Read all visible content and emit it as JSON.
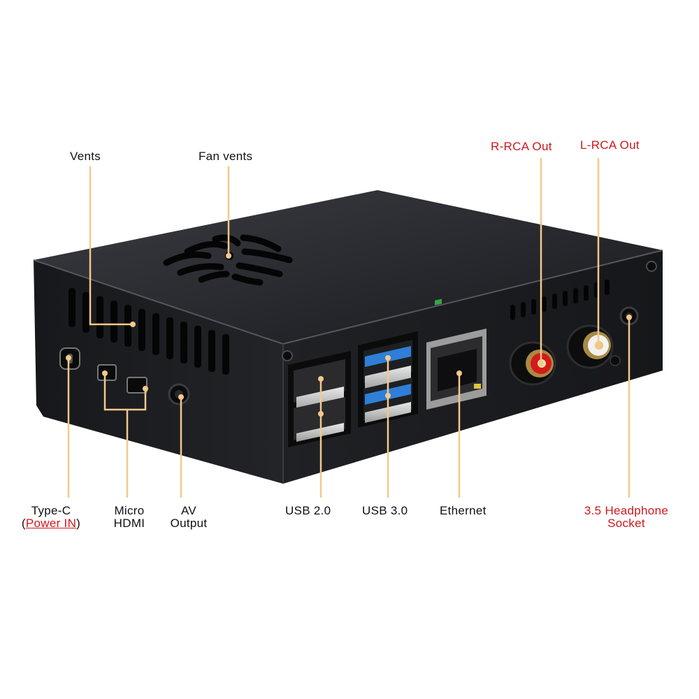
{
  "colors": {
    "leader_line": "#f3c98b",
    "highlight_text": "#d0161b",
    "normal_text": "#111111",
    "case_body": "#1c1d21",
    "usb3_port": "#2f7fd8",
    "rca_right": "#d41a1a",
    "rca_left": "#f2f2f2"
  },
  "labels": {
    "vents": "Vents",
    "fan_vents": "Fan vents",
    "r_rca_out": "R-RCA Out",
    "l_rca_out": "L-RCA Out",
    "type_c_line1": "Type-C",
    "type_c_paren_open": "(",
    "type_c_power_in": "Power IN",
    "type_c_paren_close": ")",
    "micro_hdmi_line1": "Micro",
    "micro_hdmi_line2": "HDMI",
    "av_output_line1": "AV",
    "av_output_line2": "Output",
    "usb_2_0": "USB 2.0",
    "usb_3_0": "USB 3.0",
    "ethernet": "Ethernet",
    "headphone_line1": "3.5 Headphone",
    "headphone_line2": "Socket"
  },
  "icons": [
    "fan-grille",
    "usb-2-port",
    "usb-3-port",
    "ethernet-port",
    "rca-jack",
    "headphone-jack",
    "type-c-port",
    "micro-hdmi-port",
    "av-jack",
    "screw"
  ]
}
